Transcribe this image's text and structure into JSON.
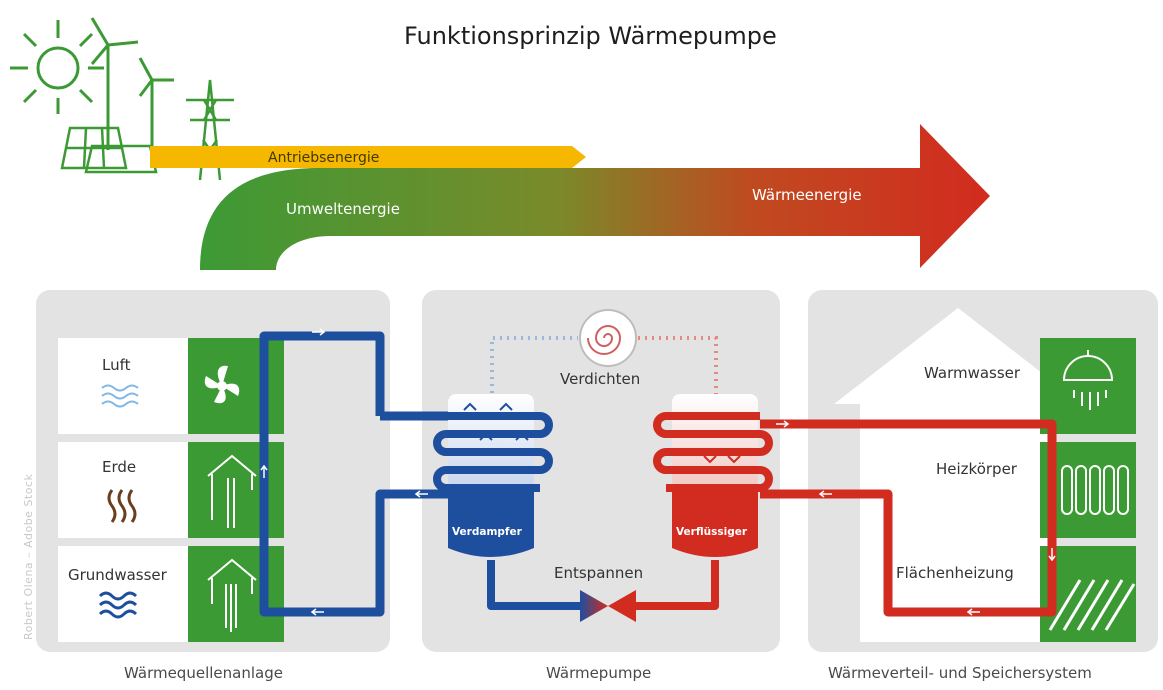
{
  "title": "Funktionsprinzip Wärmepumpe",
  "energy_flow": {
    "drive_label": "Antriebsenergie",
    "environment_label": "Umweltenergie",
    "heat_label": "Wärmeenergie"
  },
  "sources": {
    "items": [
      {
        "label": "Luft",
        "icon": "air-waves-icon",
        "symbol": "fan-icon"
      },
      {
        "label": "Erde",
        "icon": "earth-heat-icon",
        "symbol": "ground-probe-icon"
      },
      {
        "label": "Grundwasser",
        "icon": "water-waves-icon",
        "symbol": "groundwater-well-icon"
      }
    ],
    "panel_label": "Wärmequellenanlage"
  },
  "heat_pump": {
    "compress_label": "Verdichten",
    "expand_label": "Entspannen",
    "evaporator_label": "Verdampfer",
    "condenser_label": "Verflüssiger",
    "panel_label": "Wärmepumpe"
  },
  "distribution": {
    "items": [
      {
        "label": "Warmwasser",
        "icon": "shower-icon"
      },
      {
        "label": "Heizkörper",
        "icon": "radiator-icon"
      },
      {
        "label": "Flächenheizung",
        "icon": "floor-heating-icon"
      }
    ],
    "panel_label": "Wärmeverteil- und Speichersystem"
  },
  "watermark": "Robert Olena – Adobe Stock",
  "colors": {
    "green": "#3c9a35",
    "yellow": "#f5b700",
    "red": "#d22b1f",
    "blue": "#1e4f9f",
    "panel_gray": "#e3e3e3"
  }
}
